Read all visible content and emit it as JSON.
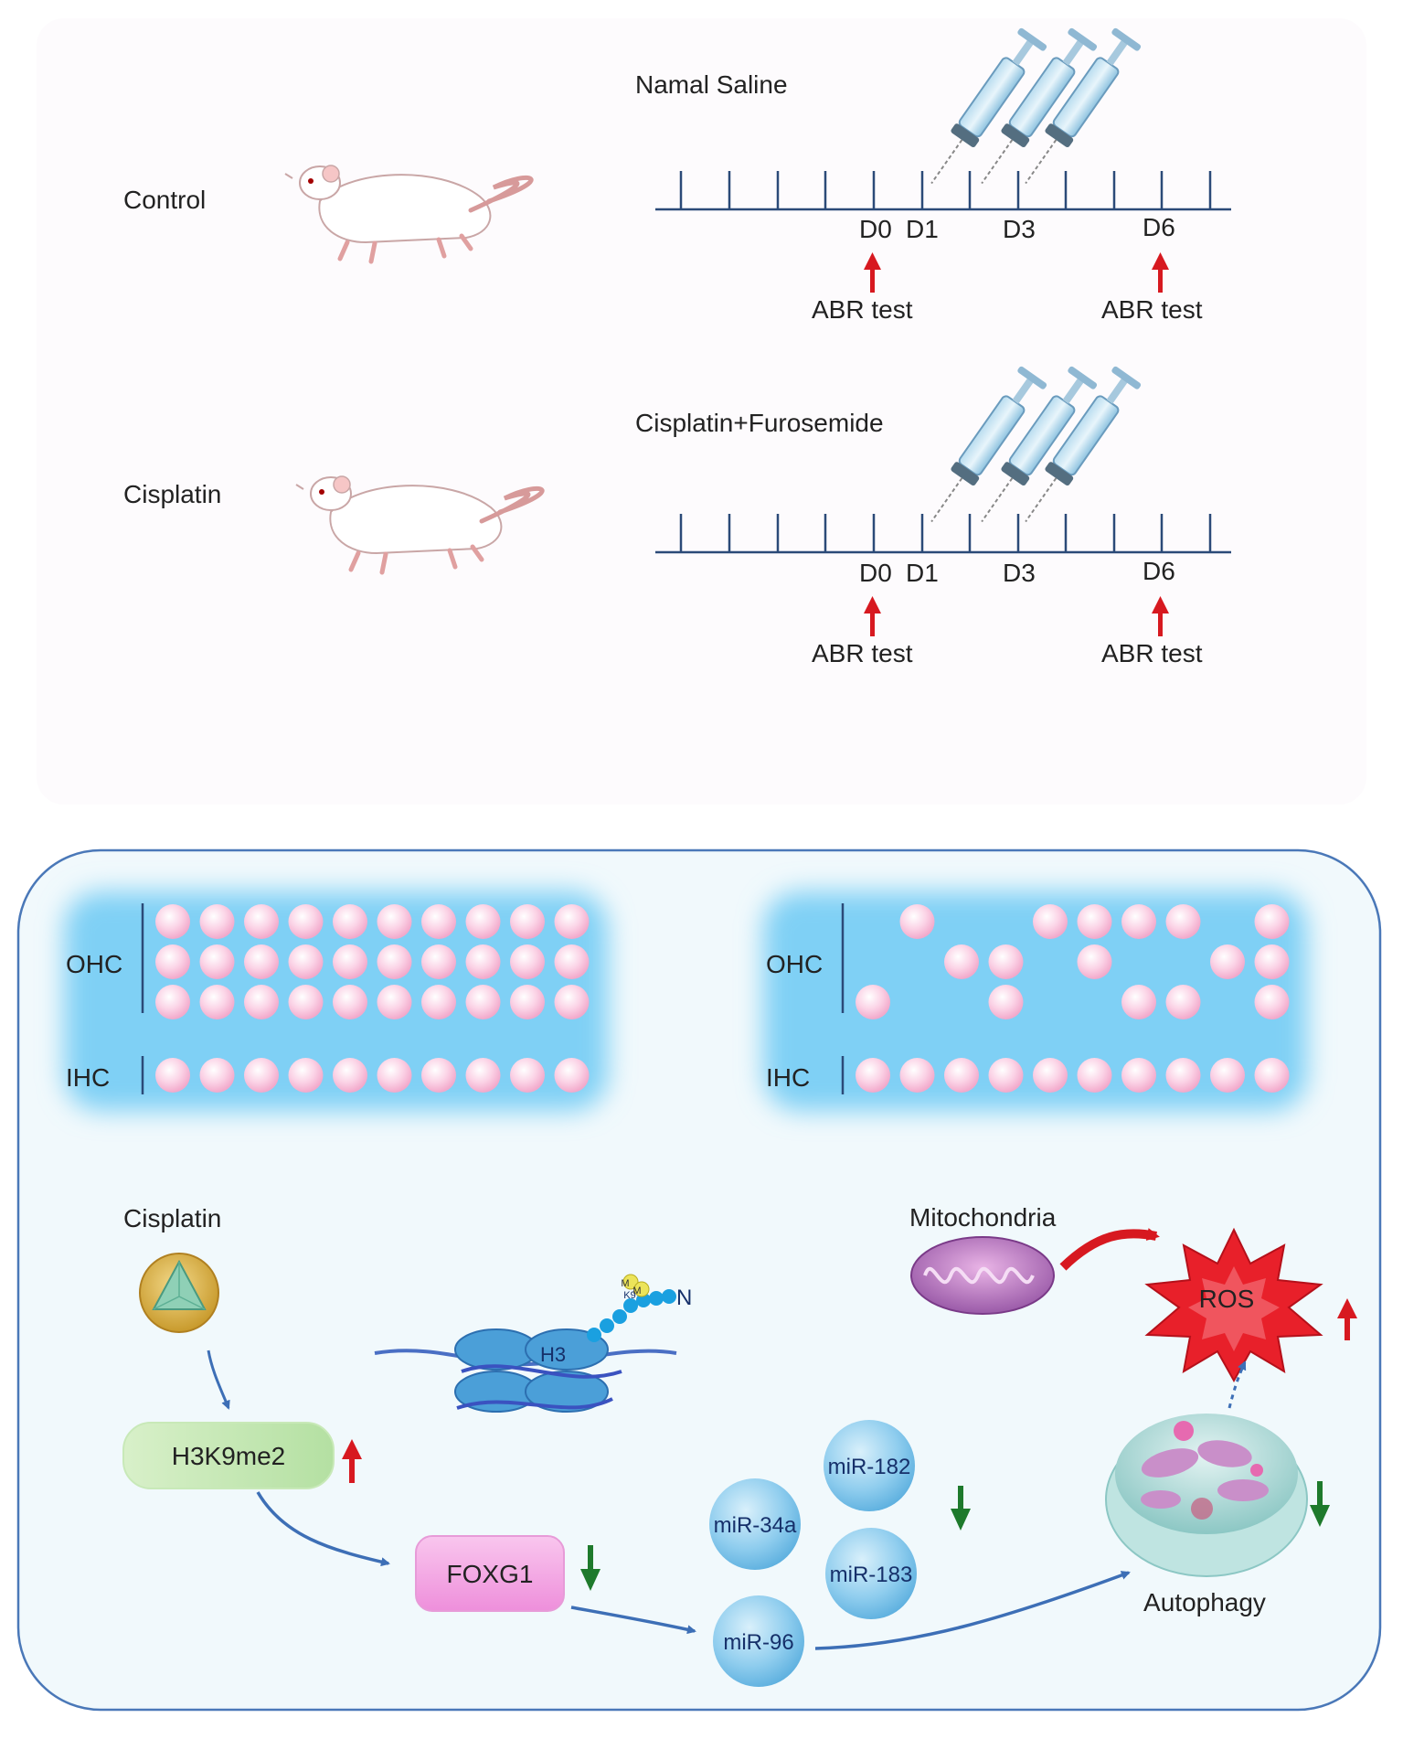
{
  "top_panel": {
    "groups": [
      {
        "group_label": "Control",
        "treatment": "Namal Saline",
        "ticks": {
          "d0": "D0",
          "d1": "D1",
          "d3": "D3",
          "d6": "D6"
        },
        "abr_left": "ABR test",
        "abr_right": "ABR test"
      },
      {
        "group_label": "Cisplatin",
        "treatment": "Cisplatin+Furosemide",
        "ticks": {
          "d0": "D0",
          "d1": "D1",
          "d3": "D3",
          "d6": "D6"
        },
        "abr_left": "ABR test",
        "abr_right": "ABR test"
      }
    ]
  },
  "hair_cells": {
    "left": {
      "ohc_label": "OHC",
      "ihc_label": "IHC",
      "ohc_rows": [
        "1111111111",
        "1111111111",
        "1111111111"
      ],
      "ihc_row": "1111111111"
    },
    "right": {
      "ohc_label": "OHC",
      "ihc_label": "IHC",
      "ohc_rows": [
        "0100111101",
        "0011010011",
        "1003002201"
      ],
      "ihc_row": "1111111111"
    }
  },
  "pathway": {
    "cisplatin": "Cisplatin",
    "h3_label": "H3",
    "k9_label": "K9",
    "m_label": "M",
    "n_label": "N",
    "h3k9me2": "H3K9me2",
    "foxg1": "FOXG1",
    "mirnas": {
      "mir182": "miR-182",
      "mir34a": "miR-34a",
      "mir183": "miR-183",
      "mir96": "miR-96"
    },
    "mitochondria": "Mitochondria",
    "ros": "ROS",
    "autophagy": "Autophagy",
    "colors": {
      "up_arrow": "#d71920",
      "down_arrow": "#1e7a2c",
      "flow_arrow": "#3d6fb6",
      "panel_border": "#4a78b8"
    }
  }
}
